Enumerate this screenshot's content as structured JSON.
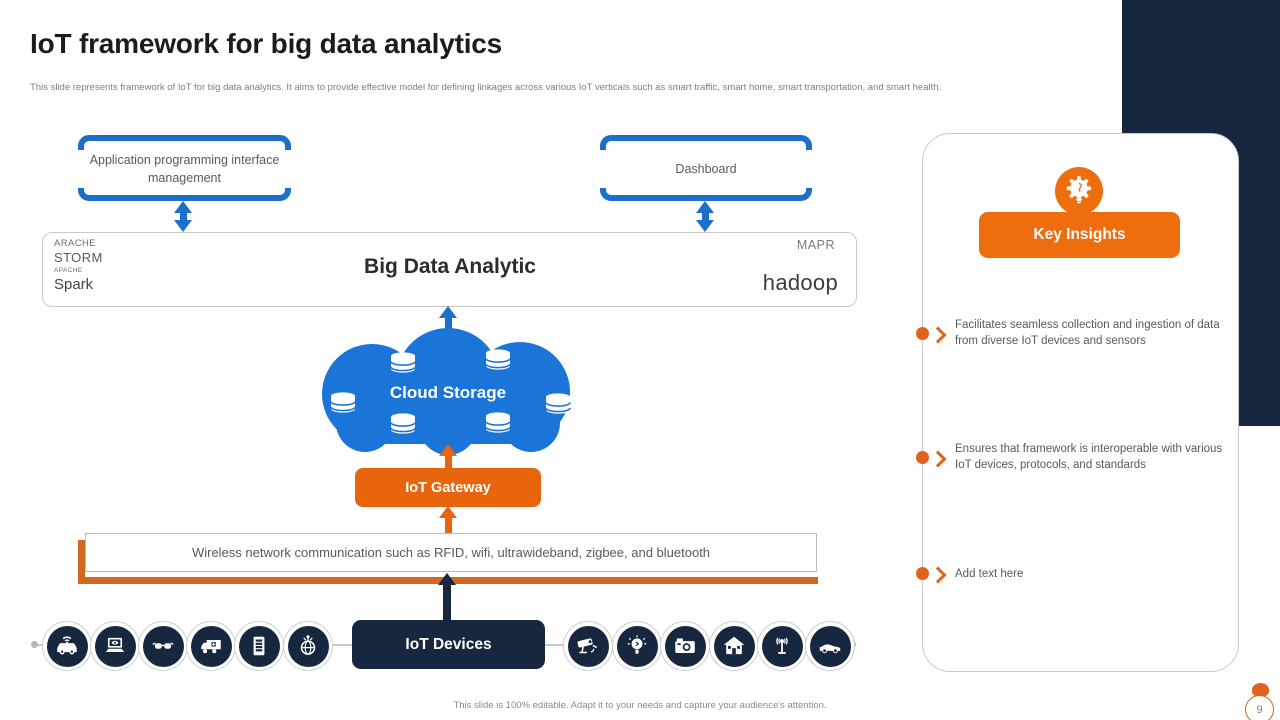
{
  "slide": {
    "title": "IoT framework for big data analytics",
    "subtitle": "This slide represents framework of IoT for big data analytics. It aims to provide effective model for defining linkages across various IoT verticals such as smart traffic, smart home, smart transportation, and smart health.",
    "footer": "This slide is 100% editable.  Adapt it to your needs and capture your audience's attention.",
    "page_number": "9"
  },
  "diagram": {
    "api_label": "Application programming interface management",
    "dashboard_label": "Dashboard",
    "big_data": {
      "title": "Big Data Analytic",
      "left_labels": [
        "ARACHE",
        "STORM",
        "APACHE",
        "Spark"
      ],
      "right_labels": [
        "MAPR",
        "hadoop"
      ]
    },
    "cloud_label": "Cloud Storage",
    "gateway_label": "IoT Gateway",
    "wireless_label": "Wireless network  communication  such as RFID,  wifi, ultrawideband,  zigbee, and bluetooth",
    "devices_label": "IoT Devices",
    "device_icons_left": [
      "smart-car-icon",
      "laptop-monitoring-icon",
      "smart-glasses-icon",
      "smart-truck-icon",
      "smart-meter-icon",
      "connected-globe-icon"
    ],
    "device_icons_right": [
      "cctv-camera-icon",
      "smart-bulb-icon",
      "camera-icon",
      "smart-home-icon",
      "antenna-icon",
      "connected-car-icon"
    ]
  },
  "insights": {
    "title": "Key Insights",
    "items": [
      "Facilitates seamless collection and ingestion of data from diverse  IoT  devices  and sensors",
      "Ensures that framework  is interoperable  with various  IoT  devices,  protocols,  and standards",
      "Add text here"
    ]
  },
  "colors": {
    "blue": "#1C70C9",
    "cloud_blue": "#1B74D8",
    "orange": "#EE6D0F",
    "navy": "#16273F",
    "gray_text": "#595959"
  }
}
